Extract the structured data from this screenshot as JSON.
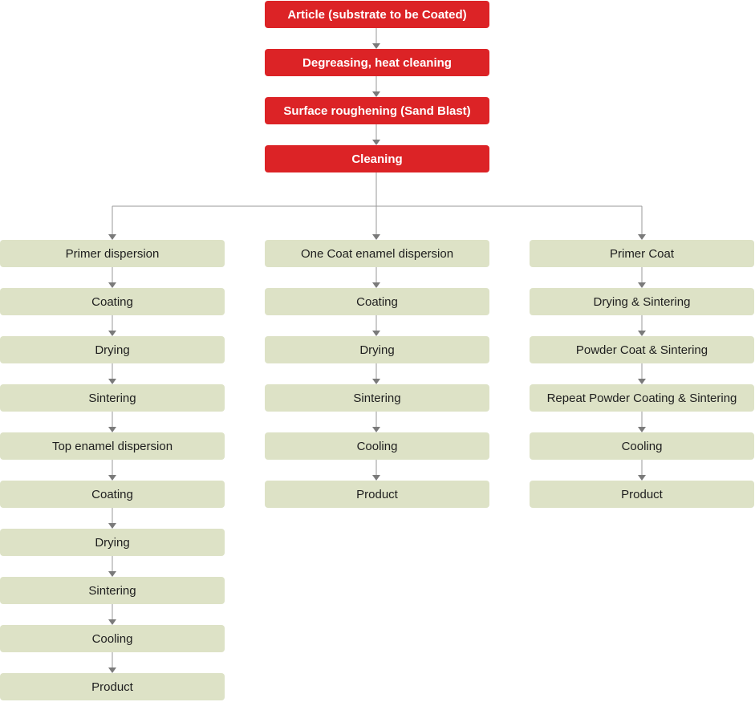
{
  "top_steps": [
    "Article (substrate to be Coated)",
    "Degreasing, heat cleaning",
    "Surface roughening (Sand Blast)",
    "Cleaning"
  ],
  "branches": [
    {
      "steps": [
        "Primer dispersion",
        "Coating",
        "Drying",
        "Sintering",
        "Top enamel dispersion",
        "Coating",
        "Drying",
        "Sintering",
        "Cooling",
        "Product"
      ]
    },
    {
      "steps": [
        "One Coat enamel dispersion",
        "Coating",
        "Drying",
        "Sintering",
        "Cooling",
        "Product"
      ]
    },
    {
      "steps": [
        "Primer Coat",
        "Drying & Sintering",
        "Powder Coat & Sintering",
        "Repeat Powder Coating & Sintering",
        "Cooling",
        "Product"
      ]
    }
  ],
  "colors": {
    "top_fill": "#dc2326",
    "top_text": "#ffffff",
    "step_fill": "#dde2c6",
    "step_text": "#1e1e1e",
    "connector": "#9a9a9a",
    "arrowhead": "#7a7a7a"
  }
}
